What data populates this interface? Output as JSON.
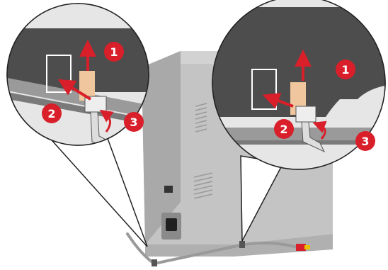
{
  "colors": {
    "callout_red": "#d81f2a",
    "printer_gray": "#b9b9b9",
    "printer_dark": "#4d4d4d",
    "tape_tan": "#f0c69e",
    "cable_gray": "#8f8f8f"
  },
  "steps_left": [
    "1",
    "2",
    "3"
  ],
  "steps_right": [
    "1",
    "2",
    "3"
  ],
  "icons": [
    "arrow-up-icon",
    "arrow-in-icon",
    "arrow-curve-icon"
  ]
}
